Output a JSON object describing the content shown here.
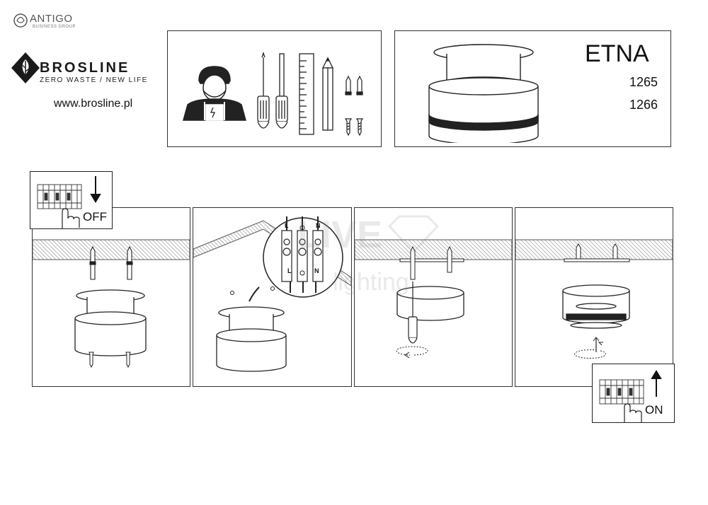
{
  "header": {
    "antigo_name": "ANTIGO",
    "antigo_sub": "BUSINESS GROUP",
    "brand_name": "BROSLINE",
    "brand_tagline": "ZERO WASTE / NEW LIFE",
    "website": "www.brosline.pl"
  },
  "product": {
    "name": "ETNA",
    "codes": [
      "1265",
      "1266"
    ]
  },
  "steps": {
    "off_label": "OFF",
    "on_label": "ON",
    "terminal_top": [
      "L",
      "N"
    ],
    "terminal_bottom": [
      "L",
      "N"
    ]
  },
  "watermark": {
    "line1": "LIVE",
    "line2": "lighting"
  },
  "colors": {
    "stroke": "#222222",
    "hatch": "#9a9a9a",
    "background": "#ffffff"
  },
  "icons": [
    "tools-icon",
    "worker-icon",
    "screwdriver-icon",
    "ruler-icon",
    "pencil-icon",
    "wall-plug-icon",
    "screw-icon",
    "breaker-panel-icon",
    "hand-icon",
    "arrow-down-icon",
    "arrow-up-icon"
  ]
}
